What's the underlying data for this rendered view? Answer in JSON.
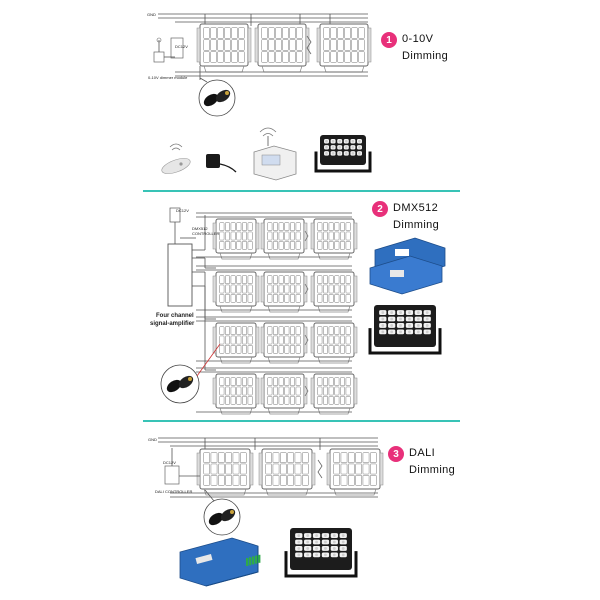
{
  "sections": [
    {
      "number": "1",
      "title_line1": "0-10V",
      "title_line2": "Dimming",
      "labels": {
        "gnd": "GND",
        "power": "DC12V",
        "controller": "0-10V dimmer module"
      }
    },
    {
      "number": "2",
      "title_line1": "DMX512",
      "title_line2": "Dimming",
      "labels": {
        "power": "DC12V",
        "controller_line1": "DMX512",
        "controller_line2": "CONTROLLER",
        "amp_line1": "Four channel",
        "amp_line2": "signal-amplifier"
      }
    },
    {
      "number": "3",
      "title_line1": "DALI",
      "title_line2": "Dimming",
      "labels": {
        "gnd": "GND",
        "power": "DC12V",
        "controller": "DALI CONTROLLER"
      }
    }
  ],
  "colors": {
    "badge": "#e8307a",
    "divider": "#38c3b6",
    "wire": "#555555",
    "fixture_outline": "#666666",
    "fixture_dark": "#1c1c1c",
    "controller_blue": "#2f6fbf",
    "lens_white": "#f2f2f2"
  },
  "icons": [
    "remote-icon",
    "power-adapter-icon",
    "wireless-controller-icon",
    "floodlight-icon",
    "connector-plug-icon",
    "dmx-controller-icon",
    "dali-module-icon"
  ]
}
